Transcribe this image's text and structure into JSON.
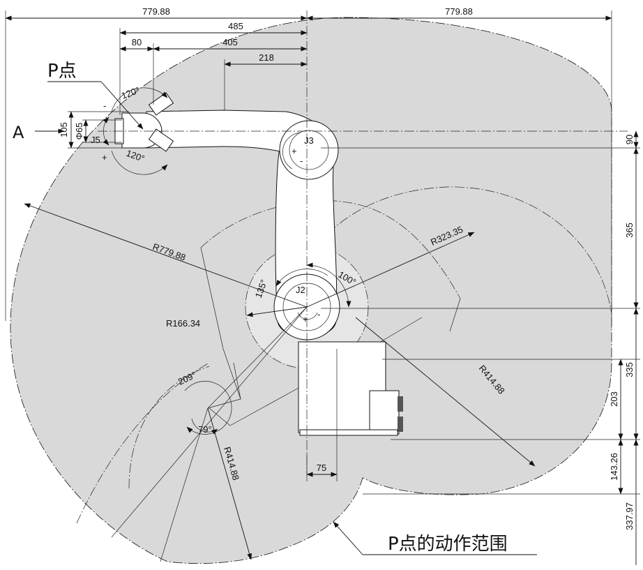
{
  "dimensions": {
    "top_left": "779.88",
    "top_right": "779.88",
    "reach_485": "485",
    "offset_80": "80",
    "reach_405": "405",
    "reach_218": "218",
    "height_105": "105",
    "dia_65": "Φ65",
    "right_90": "90",
    "right_365": "365",
    "right_335": "335",
    "right_203": "203",
    "right_14326": "143.26",
    "right_33797": "337.97",
    "base_75": "75"
  },
  "radii": {
    "r_77988": "R779.88",
    "r_32335": "R323.35",
    "r_16634": "R166.34",
    "r_41488_right": "R414.88",
    "r_41488_bottom": "R414.88"
  },
  "angles": {
    "j5_upper": "120°",
    "j5_lower": "120°",
    "j2_135": "135°",
    "j2_100": "100°",
    "p_209": "209°",
    "p_79": "79°"
  },
  "joints": {
    "j2": "J2",
    "j3": "J3",
    "j5": "J5"
  },
  "signs": {
    "j5_minus": "-",
    "j5_plus": "+",
    "j3_plus": "+",
    "j3_minus": "-",
    "j2_plus": "+",
    "j2_minus": "-"
  },
  "labels": {
    "p_point": "P点",
    "view_a": "A",
    "motion_range": "P点的动作范围"
  },
  "colors": {
    "range_fill": "#d9d9d9",
    "line": "#111111",
    "background": "#ffffff"
  }
}
